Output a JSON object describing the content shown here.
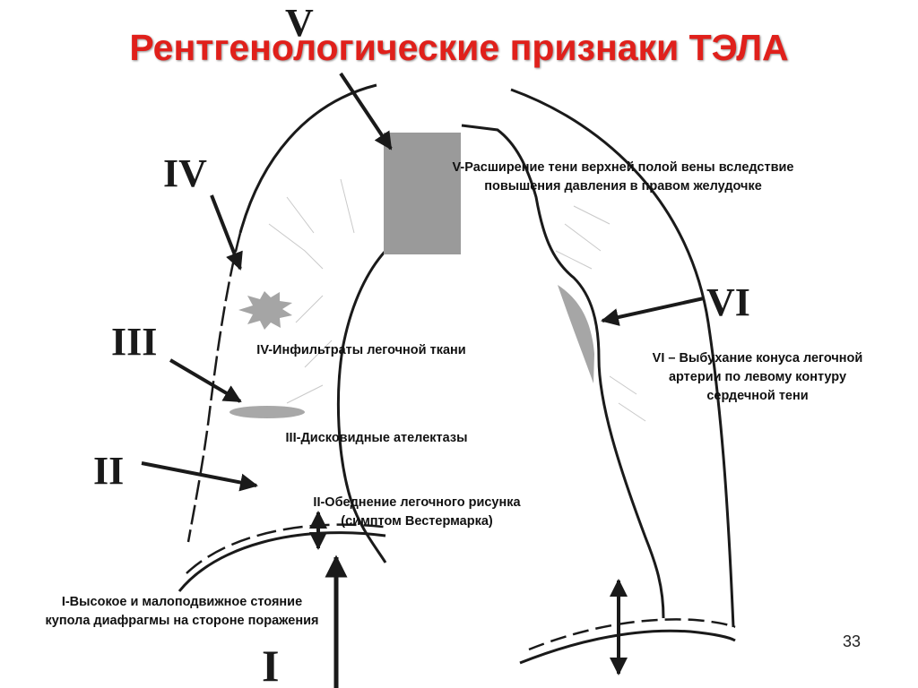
{
  "title": "Рентгенологические признаки ТЭЛА",
  "labels": {
    "v": [
      "V-Расширение тени верхней полой вены вследствие",
      "повышения давления в правом желудочке"
    ],
    "iv": [
      "IV-Инфильтраты легочной ткани"
    ],
    "iii": [
      "III-Дисковидные ателектазы"
    ],
    "ii": [
      "II-Обеднение легочного рисунка",
      "(симптом Вестермарка)"
    ],
    "vi": [
      "VI – Выбухание конуса легочной",
      "артерии по левому контуру",
      "сердечной тени"
    ],
    "i": [
      "I-Высокое и малоподвижное стояние",
      "купола диафрагмы на стороне поражения"
    ]
  },
  "roman": {
    "i": "I",
    "ii": "II",
    "iii": "III",
    "iv": "IV",
    "v": "V",
    "vi": "VI"
  },
  "page_number": "33",
  "colors": {
    "title": "#e0201b",
    "vena_cava": "#9a9a9a",
    "infiltrate": "#a5a5a5",
    "atelectasis": "#a8a8a8",
    "lines": "#1a1a1a"
  }
}
